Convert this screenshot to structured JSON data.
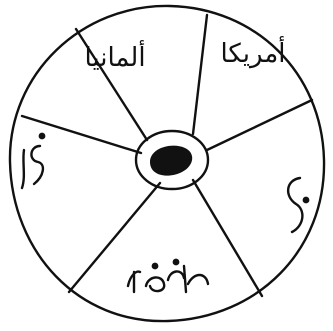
{
  "wheel": {
    "segments": [
      {
        "id": "top",
        "label": "ألمانيا"
      },
      {
        "id": "upper-right",
        "label": "أمريكا"
      },
      {
        "id": "lower-right",
        "label": ""
      },
      {
        "id": "bottom",
        "label": ""
      },
      {
        "id": "left",
        "label": ""
      }
    ]
  }
}
